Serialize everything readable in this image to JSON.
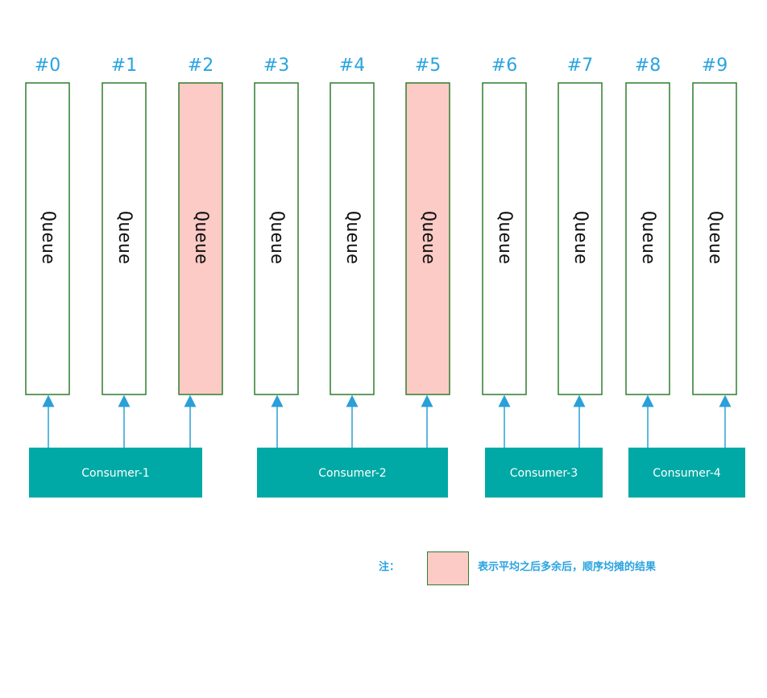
{
  "queues": [
    {
      "label": "#0",
      "text": "Queue",
      "highlighted": false
    },
    {
      "label": "#1",
      "text": "Queue",
      "highlighted": false
    },
    {
      "label": "#2",
      "text": "Queue",
      "highlighted": true
    },
    {
      "label": "#3",
      "text": "Queue",
      "highlighted": false
    },
    {
      "label": "#4",
      "text": "Queue",
      "highlighted": false
    },
    {
      "label": "#5",
      "text": "Queue",
      "highlighted": true
    },
    {
      "label": "#6",
      "text": "Queue",
      "highlighted": false
    },
    {
      "label": "#7",
      "text": "Queue",
      "highlighted": false
    },
    {
      "label": "#8",
      "text": "Queue",
      "highlighted": false
    },
    {
      "label": "#9",
      "text": "Queue",
      "highlighted": false
    }
  ],
  "consumers": [
    {
      "name": "Consumer-1",
      "queues": [
        0,
        1,
        2
      ]
    },
    {
      "name": "Consumer-2",
      "queues": [
        3,
        4,
        5
      ]
    },
    {
      "name": "Consumer-3",
      "queues": [
        6,
        7
      ]
    },
    {
      "name": "Consumer-4",
      "queues": [
        8,
        9
      ]
    }
  ],
  "legend": {
    "label": "注：",
    "text": "表示平均之后多余后，顺序均摊的结果"
  },
  "colors": {
    "queue_border": "#2f7d2f",
    "highlight_fill": "#fccbc6",
    "consumer_fill": "#00a9a5",
    "arrow": "#2a9fd8",
    "label_text": "#2aa3e0"
  }
}
